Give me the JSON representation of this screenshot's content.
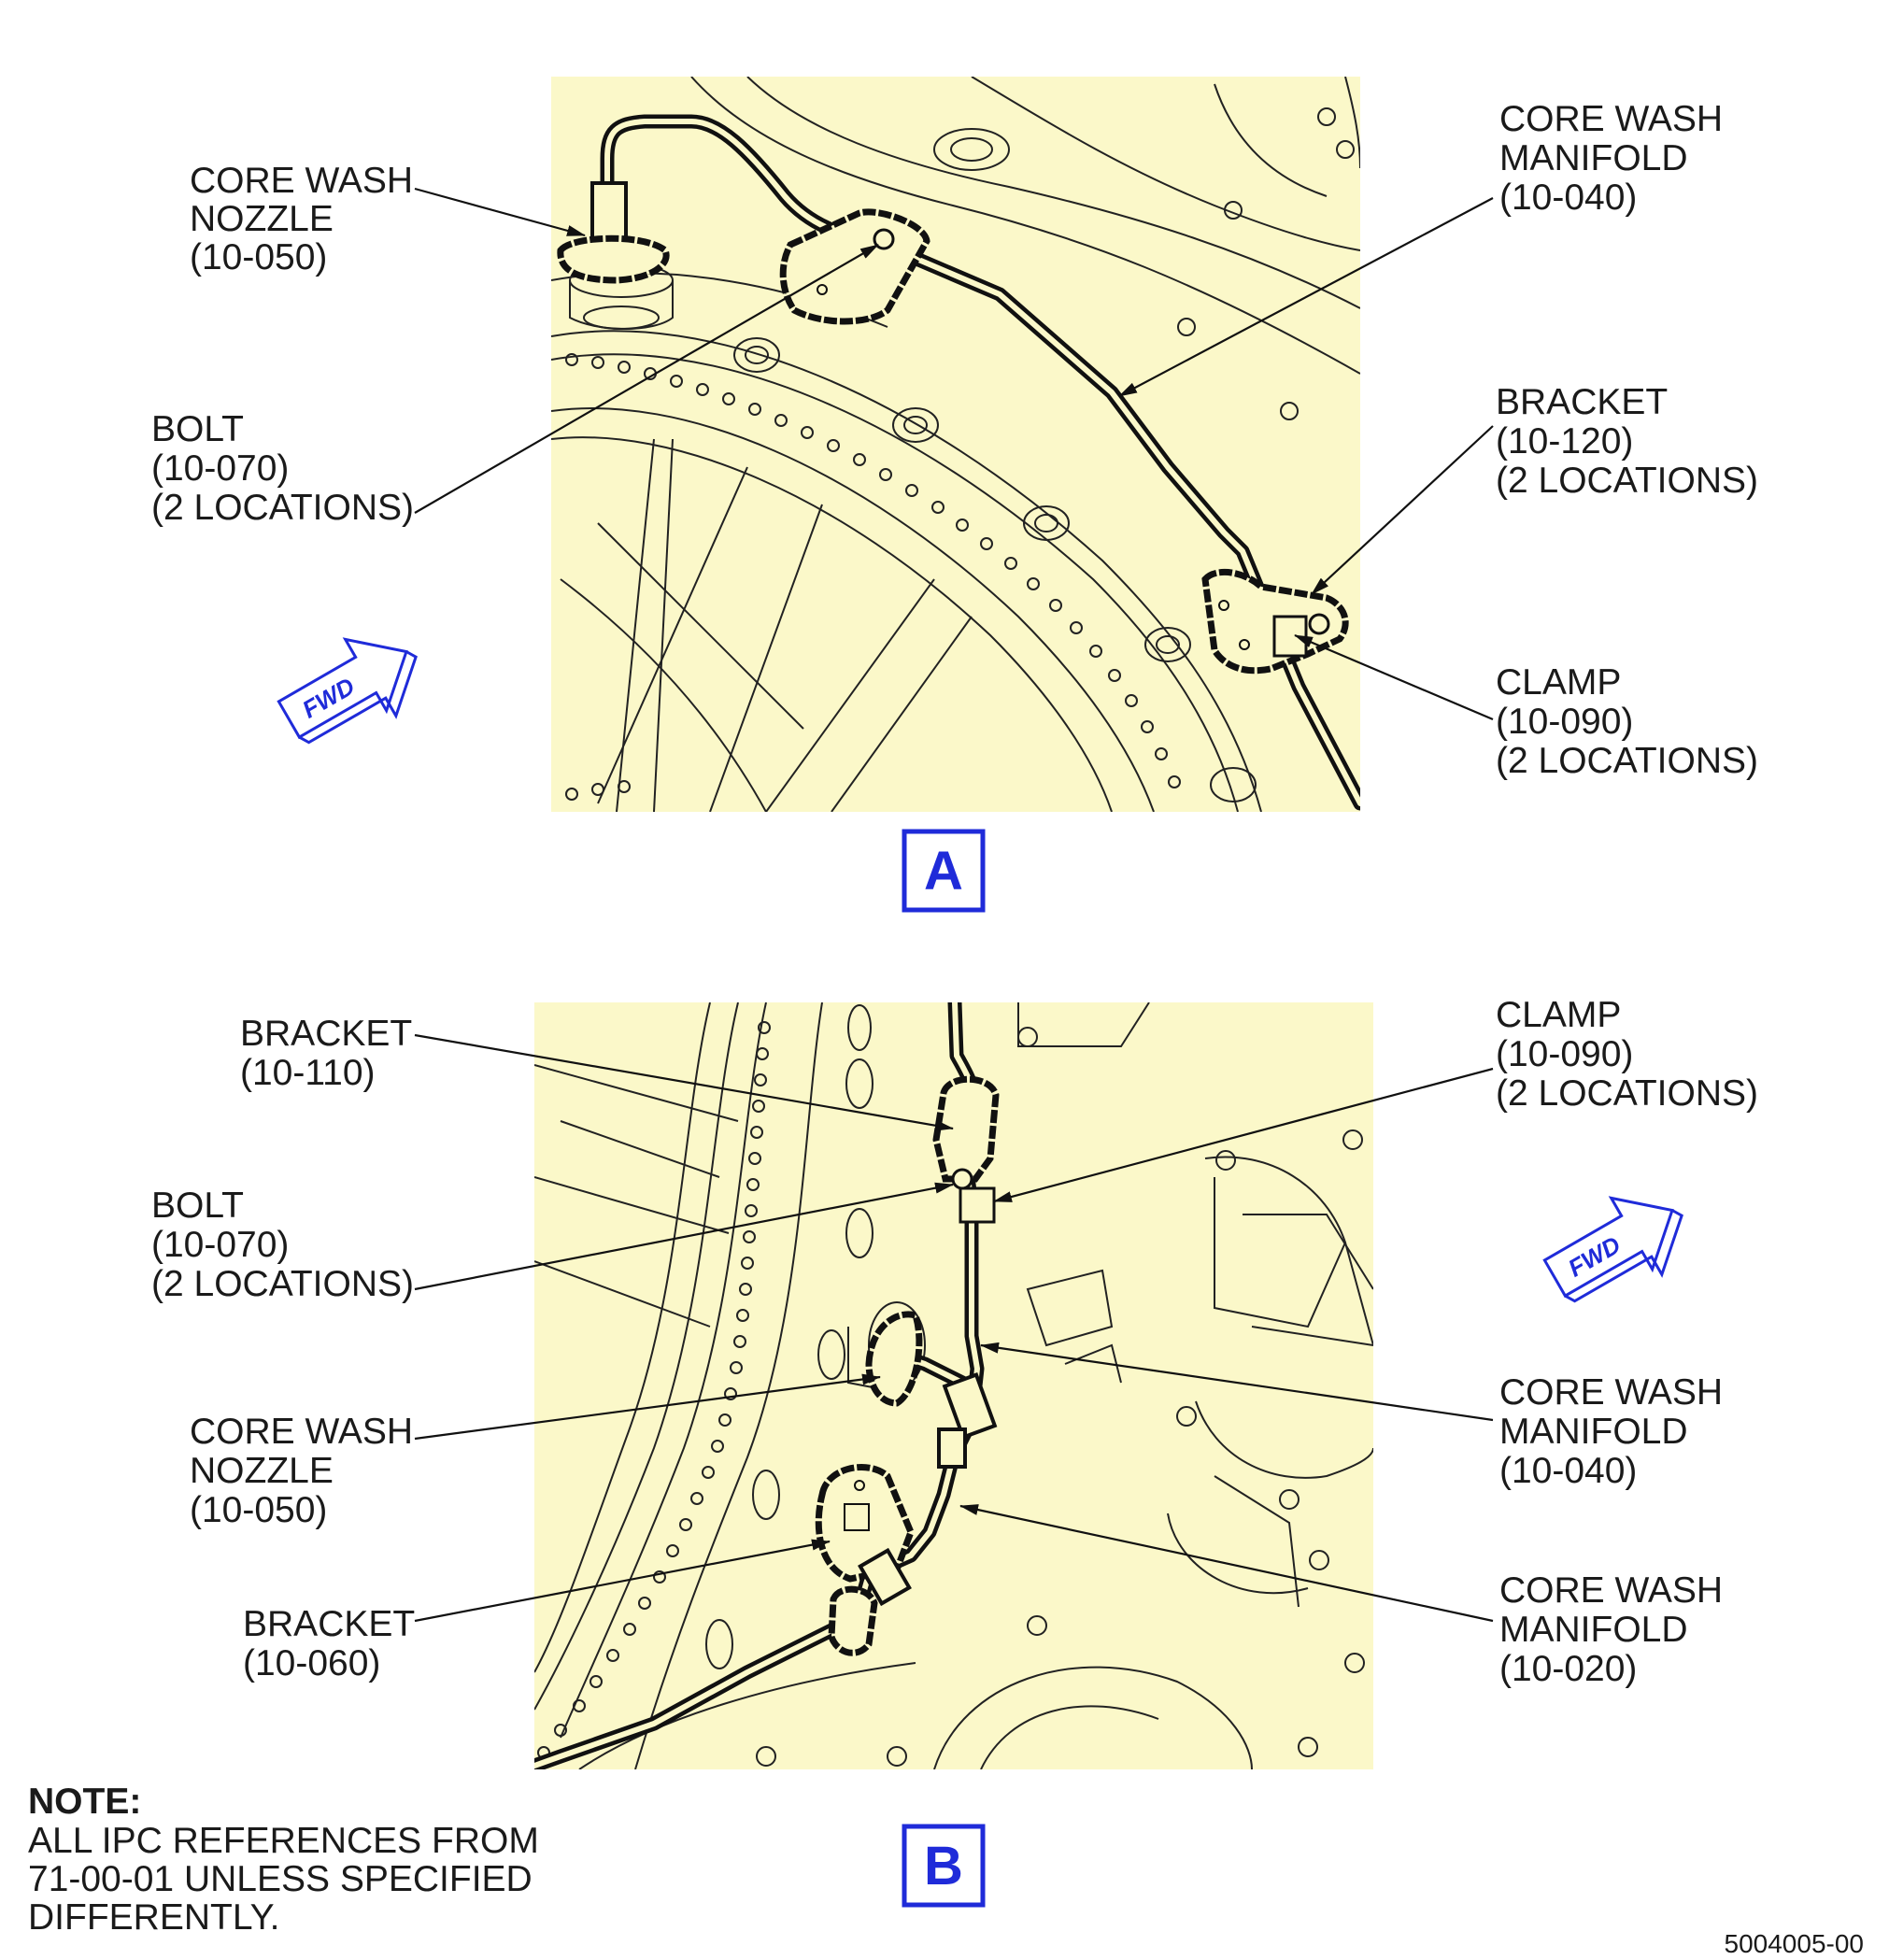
{
  "colors": {
    "panel_background": "#fbf8c9",
    "accent_blue": "#1f2bd9",
    "line": "#111111"
  },
  "view_a": {
    "letter": "A",
    "fwd_arrow": "FWD",
    "labels": {
      "core_wash_nozzle": [
        "CORE WASH",
        "NOZZLE",
        "(10-050)"
      ],
      "bolt": [
        "BOLT",
        "(10-070)",
        "(2 LOCATIONS)"
      ],
      "core_wash_manifold": [
        "CORE WASH",
        "MANIFOLD",
        "(10-040)"
      ],
      "bracket": [
        "BRACKET",
        "(10-120)",
        "(2 LOCATIONS)"
      ],
      "clamp": [
        "CLAMP",
        "(10-090)",
        "(2 LOCATIONS)"
      ]
    }
  },
  "view_b": {
    "letter": "B",
    "fwd_arrow": "FWD",
    "labels": {
      "bracket_110": [
        "BRACKET",
        "(10-110)"
      ],
      "bolt": [
        "BOLT",
        "(10-070)",
        "(2 LOCATIONS)"
      ],
      "core_wash_nozzle": [
        "CORE WASH",
        "NOZZLE",
        "(10-050)"
      ],
      "bracket_060": [
        "BRACKET",
        "(10-060)"
      ],
      "clamp": [
        "CLAMP",
        "(10-090)",
        "(2 LOCATIONS)"
      ],
      "core_wash_manifold_040": [
        "CORE WASH",
        "MANIFOLD",
        "(10-040)"
      ],
      "core_wash_manifold_020": [
        "CORE WASH",
        "MANIFOLD",
        "(10-020)"
      ]
    }
  },
  "note": {
    "heading": "NOTE:",
    "lines": [
      "ALL IPC REFERENCES FROM",
      "71-00-01 UNLESS SPECIFIED",
      "DIFFERENTLY."
    ]
  },
  "figure_id": "5004005-00"
}
